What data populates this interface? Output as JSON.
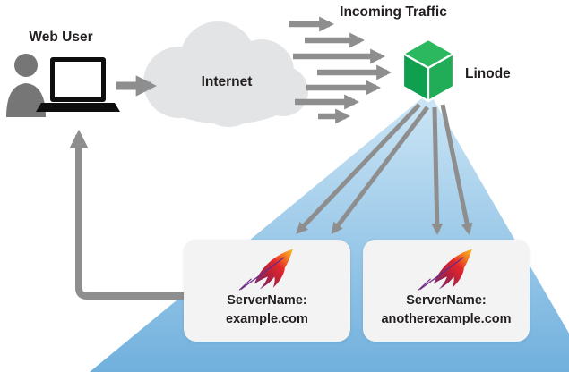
{
  "title": "Apache name-based virtual hosts traffic diagram",
  "labels": {
    "web_user": "Web User",
    "internet": "Internet",
    "incoming_traffic": "Incoming Traffic",
    "linode": "Linode"
  },
  "servers": [
    {
      "name_label": "ServerName:",
      "domain": "example.com"
    },
    {
      "name_label": "ServerName:",
      "domain": "anotherexample.com"
    }
  ],
  "icons": {
    "web_user": "person-icon",
    "laptop": "laptop-icon",
    "internet": "cloud-shape",
    "linode": "green-cube-icon",
    "apache": "apache-feather-icon",
    "traffic": "right-arrow",
    "response": "up-left-elbow-arrow"
  },
  "colors": {
    "text": "#231f20",
    "arrow_gray": "#8e8e8e",
    "cloud_gray": "#e3e4e6",
    "linode_green": "#21ad58",
    "beam_blue_top": "#c9e4f5",
    "beam_blue_bottom": "#64a9da",
    "card_bg": "#f3f3f4",
    "apache_purple": "#6d2c85",
    "apache_orange": "#f47a20"
  }
}
